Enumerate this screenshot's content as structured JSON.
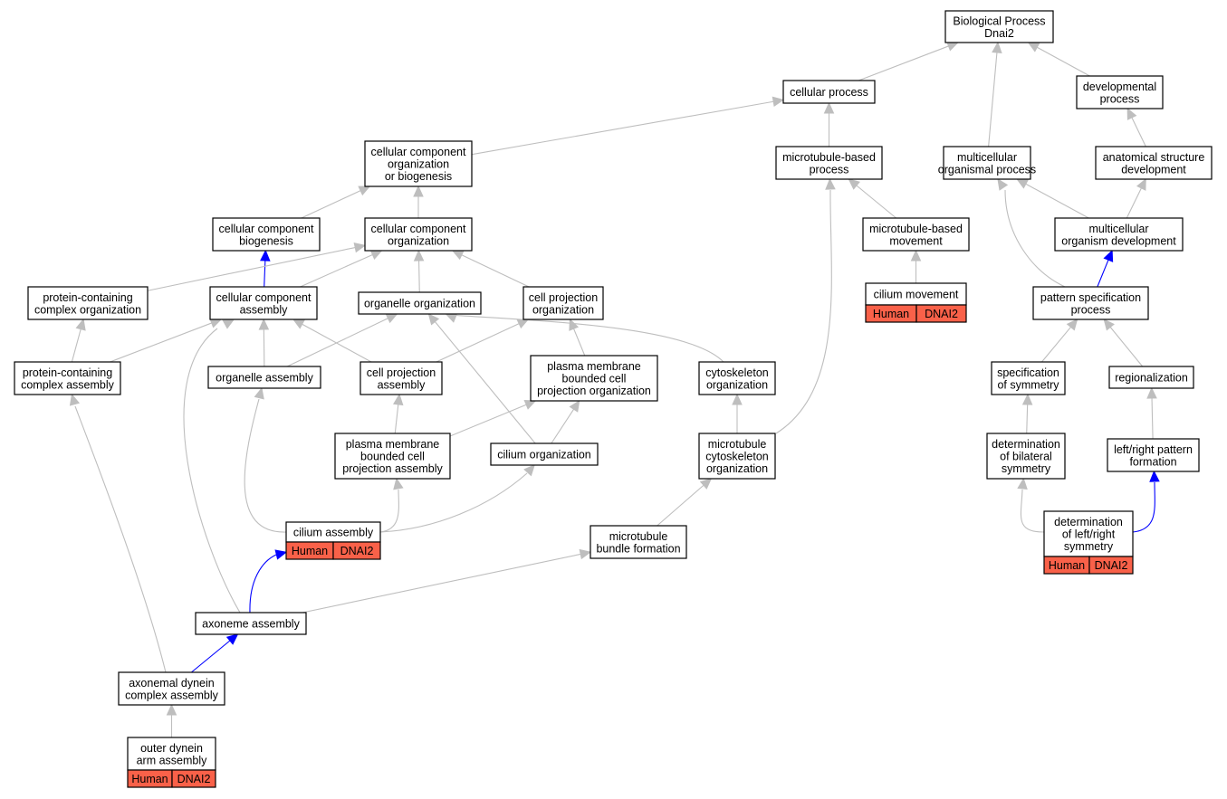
{
  "colors": {
    "edge_gray": "#BEBEBE",
    "edge_blue": "#0000FF",
    "annotation_fill": "#F96149",
    "node_fill": "#FFFFFF",
    "node_stroke": "#000000"
  },
  "nodes": [
    {
      "id": "bp",
      "lines": [
        "Biological Process",
        "Dnai2"
      ]
    },
    {
      "id": "cellproc",
      "lines": [
        "cellular process"
      ]
    },
    {
      "id": "devproc",
      "lines": [
        "developmental",
        "process"
      ]
    },
    {
      "id": "ccob",
      "lines": [
        "cellular component",
        "organization",
        "or biogenesis"
      ]
    },
    {
      "id": "mtbp",
      "lines": [
        "microtubule-based",
        "process"
      ]
    },
    {
      "id": "mop",
      "lines": [
        "multicellular",
        "organismal process"
      ]
    },
    {
      "id": "asd",
      "lines": [
        "anatomical structure",
        "development"
      ]
    },
    {
      "id": "ccbio",
      "lines": [
        "cellular component",
        "biogenesis"
      ]
    },
    {
      "id": "ccorg",
      "lines": [
        "cellular component",
        "organization"
      ]
    },
    {
      "id": "mtbm",
      "lines": [
        "microtubule-based",
        "movement"
      ]
    },
    {
      "id": "mod",
      "lines": [
        "multicellular",
        "organism development"
      ]
    },
    {
      "id": "pcco",
      "lines": [
        "protein-containing",
        "complex organization"
      ]
    },
    {
      "id": "cca",
      "lines": [
        "cellular component",
        "assembly"
      ]
    },
    {
      "id": "orgorg",
      "lines": [
        "organelle organization"
      ]
    },
    {
      "id": "cpo",
      "lines": [
        "cell projection",
        "organization"
      ]
    },
    {
      "id": "cilmov",
      "lines": [
        "cilium movement"
      ],
      "annotation": [
        "Human",
        "DNAI2"
      ]
    },
    {
      "id": "psp",
      "lines": [
        "pattern specification",
        "process"
      ]
    },
    {
      "id": "pcca",
      "lines": [
        "protein-containing",
        "complex assembly"
      ]
    },
    {
      "id": "orgasm",
      "lines": [
        "organelle assembly"
      ]
    },
    {
      "id": "cpa",
      "lines": [
        "cell projection",
        "assembly"
      ]
    },
    {
      "id": "pmbcpo",
      "lines": [
        "plasma membrane",
        "bounded cell",
        "projection organization"
      ]
    },
    {
      "id": "cytorg",
      "lines": [
        "cytoskeleton",
        "organization"
      ]
    },
    {
      "id": "specsym",
      "lines": [
        "specification",
        "of symmetry"
      ]
    },
    {
      "id": "region",
      "lines": [
        "regionalization"
      ]
    },
    {
      "id": "pmbcpa",
      "lines": [
        "plasma membrane",
        "bounded cell",
        "projection assembly"
      ]
    },
    {
      "id": "cilorg",
      "lines": [
        "cilium organization"
      ]
    },
    {
      "id": "mtco",
      "lines": [
        "microtubule",
        "cytoskeleton",
        "organization"
      ]
    },
    {
      "id": "detbil",
      "lines": [
        "determination",
        "of bilateral",
        "symmetry"
      ]
    },
    {
      "id": "lrpf",
      "lines": [
        "left/right pattern",
        "formation"
      ]
    },
    {
      "id": "cilasm",
      "lines": [
        "cilium assembly"
      ],
      "annotation": [
        "Human",
        "DNAI2"
      ]
    },
    {
      "id": "mtbf",
      "lines": [
        "microtubule",
        "bundle formation"
      ]
    },
    {
      "id": "detlr",
      "lines": [
        "determination",
        "of left/right",
        "symmetry"
      ],
      "annotation": [
        "Human",
        "DNAI2"
      ]
    },
    {
      "id": "axasm",
      "lines": [
        "axoneme assembly"
      ]
    },
    {
      "id": "adca",
      "lines": [
        "axonemal dynein",
        "complex assembly"
      ]
    },
    {
      "id": "odaa",
      "lines": [
        "outer dynein",
        "arm assembly"
      ],
      "annotation": [
        "Human",
        "DNAI2"
      ]
    }
  ],
  "edges": [
    {
      "from": "cellproc",
      "to": "bp",
      "color": "gray"
    },
    {
      "from": "mop",
      "to": "bp",
      "color": "gray"
    },
    {
      "from": "devproc",
      "to": "bp",
      "color": "gray"
    },
    {
      "from": "asd",
      "to": "devproc",
      "color": "gray"
    },
    {
      "from": "ccob",
      "to": "cellproc",
      "color": "gray"
    },
    {
      "from": "mtbp",
      "to": "cellproc",
      "color": "gray"
    },
    {
      "from": "mod",
      "to": "mop",
      "color": "gray"
    },
    {
      "from": "mod",
      "to": "asd",
      "color": "gray"
    },
    {
      "from": "ccbio",
      "to": "ccob",
      "color": "gray"
    },
    {
      "from": "ccorg",
      "to": "ccob",
      "color": "gray"
    },
    {
      "from": "mtbm",
      "to": "mtbp",
      "color": "gray"
    },
    {
      "from": "cilmov",
      "to": "mtbm",
      "color": "gray"
    },
    {
      "from": "psp",
      "to": "mop",
      "color": "gray"
    },
    {
      "from": "psp",
      "to": "mod",
      "color": "blue"
    },
    {
      "from": "cca",
      "to": "ccbio",
      "color": "blue"
    },
    {
      "from": "pcco",
      "to": "ccorg",
      "color": "gray"
    },
    {
      "from": "cca",
      "to": "ccorg",
      "color": "gray"
    },
    {
      "from": "orgorg",
      "to": "ccorg",
      "color": "gray"
    },
    {
      "from": "cpo",
      "to": "ccorg",
      "color": "gray"
    },
    {
      "from": "pcca",
      "to": "pcco",
      "color": "gray"
    },
    {
      "from": "pcca",
      "to": "cca",
      "color": "gray"
    },
    {
      "from": "orgasm",
      "to": "cca",
      "color": "gray"
    },
    {
      "from": "cpa",
      "to": "cca",
      "color": "gray"
    },
    {
      "from": "orgasm",
      "to": "orgorg",
      "color": "gray"
    },
    {
      "from": "cytorg",
      "to": "orgorg",
      "color": "gray"
    },
    {
      "from": "cilorg",
      "to": "orgorg",
      "color": "gray"
    },
    {
      "from": "cpa",
      "to": "cpo",
      "color": "gray"
    },
    {
      "from": "pmbcpo",
      "to": "cpo",
      "color": "gray"
    },
    {
      "from": "pmbcpa",
      "to": "cpa",
      "color": "gray"
    },
    {
      "from": "pmbcpa",
      "to": "pmbcpo",
      "color": "gray"
    },
    {
      "from": "cilorg",
      "to": "pmbcpo",
      "color": "gray"
    },
    {
      "from": "mtco",
      "to": "cytorg",
      "color": "gray"
    },
    {
      "from": "mtco",
      "to": "mtbp",
      "color": "gray"
    },
    {
      "from": "cilasm",
      "to": "orgasm",
      "color": "gray"
    },
    {
      "from": "cilasm",
      "to": "pmbcpa",
      "color": "gray"
    },
    {
      "from": "cilasm",
      "to": "cilorg",
      "color": "gray"
    },
    {
      "from": "mtbf",
      "to": "mtco",
      "color": "gray"
    },
    {
      "from": "specsym",
      "to": "psp",
      "color": "gray"
    },
    {
      "from": "region",
      "to": "psp",
      "color": "gray"
    },
    {
      "from": "detbil",
      "to": "specsym",
      "color": "gray"
    },
    {
      "from": "lrpf",
      "to": "region",
      "color": "gray"
    },
    {
      "from": "detlr",
      "to": "detbil",
      "color": "gray"
    },
    {
      "from": "detlr",
      "to": "lrpf",
      "color": "blue"
    },
    {
      "from": "axasm",
      "to": "cilasm",
      "color": "blue"
    },
    {
      "from": "axasm",
      "to": "cca",
      "color": "gray"
    },
    {
      "from": "axasm",
      "to": "mtbf",
      "color": "gray"
    },
    {
      "from": "adca",
      "to": "axasm",
      "color": "blue"
    },
    {
      "from": "adca",
      "to": "pcca",
      "color": "gray"
    },
    {
      "from": "odaa",
      "to": "adca",
      "color": "gray"
    }
  ]
}
